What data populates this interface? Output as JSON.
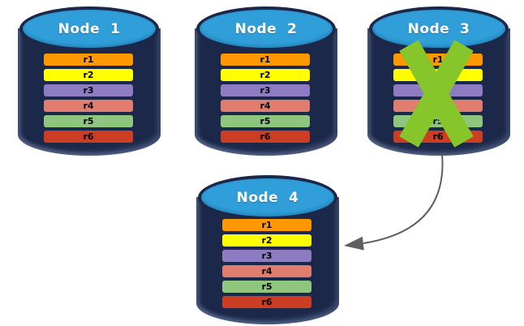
{
  "diagram": {
    "description": "Database replication diagram: four nodes each storing rows r1-r6; Node 3 is failed (green X) and its data is replicated to Node 4 (gray arrow).",
    "colors": {
      "background": "#ffffff",
      "cylinder_body": "#1c2849",
      "cylinder_top": "#2f9ed9",
      "x_mark": "#86c62a",
      "arrow": "#5f5f5f",
      "title_text": "#ffffff",
      "row_text": "#000000"
    },
    "arrow": {
      "from": "Node 3",
      "to": "Node 4"
    },
    "nodes": [
      {
        "label": "Node  1",
        "failed": false,
        "rows": [
          {
            "label": "r1",
            "color": "#fd9800"
          },
          {
            "label": "r2",
            "color": "#ffff00"
          },
          {
            "label": "r3",
            "color": "#8e7cc3"
          },
          {
            "label": "r4",
            "color": "#e07d6e"
          },
          {
            "label": "r5",
            "color": "#8ec57f"
          },
          {
            "label": "r6",
            "color": "#cb3e24"
          }
        ]
      },
      {
        "label": "Node  2",
        "failed": false,
        "rows": [
          {
            "label": "r1",
            "color": "#fd9800"
          },
          {
            "label": "r2",
            "color": "#ffff00"
          },
          {
            "label": "r3",
            "color": "#8e7cc3"
          },
          {
            "label": "r4",
            "color": "#e07d6e"
          },
          {
            "label": "r5",
            "color": "#8ec57f"
          },
          {
            "label": "r6",
            "color": "#cb3e24"
          }
        ]
      },
      {
        "label": "Node  3",
        "failed": true,
        "rows": [
          {
            "label": "r1",
            "color": "#fd9800"
          },
          {
            "label": "r2",
            "color": "#ffff00"
          },
          {
            "label": "r3",
            "color": "#8e7cc3"
          },
          {
            "label": "r4",
            "color": "#e07d6e"
          },
          {
            "label": "r5",
            "color": "#8ec57f"
          },
          {
            "label": "r6",
            "color": "#cb3e24"
          }
        ]
      },
      {
        "label": "Node  4",
        "failed": false,
        "rows": [
          {
            "label": "r1",
            "color": "#fd9800"
          },
          {
            "label": "r2",
            "color": "#ffff00"
          },
          {
            "label": "r3",
            "color": "#8e7cc3"
          },
          {
            "label": "r4",
            "color": "#e07d6e"
          },
          {
            "label": "r5",
            "color": "#8ec57f"
          },
          {
            "label": "r6",
            "color": "#cb3e24"
          }
        ]
      }
    ]
  }
}
